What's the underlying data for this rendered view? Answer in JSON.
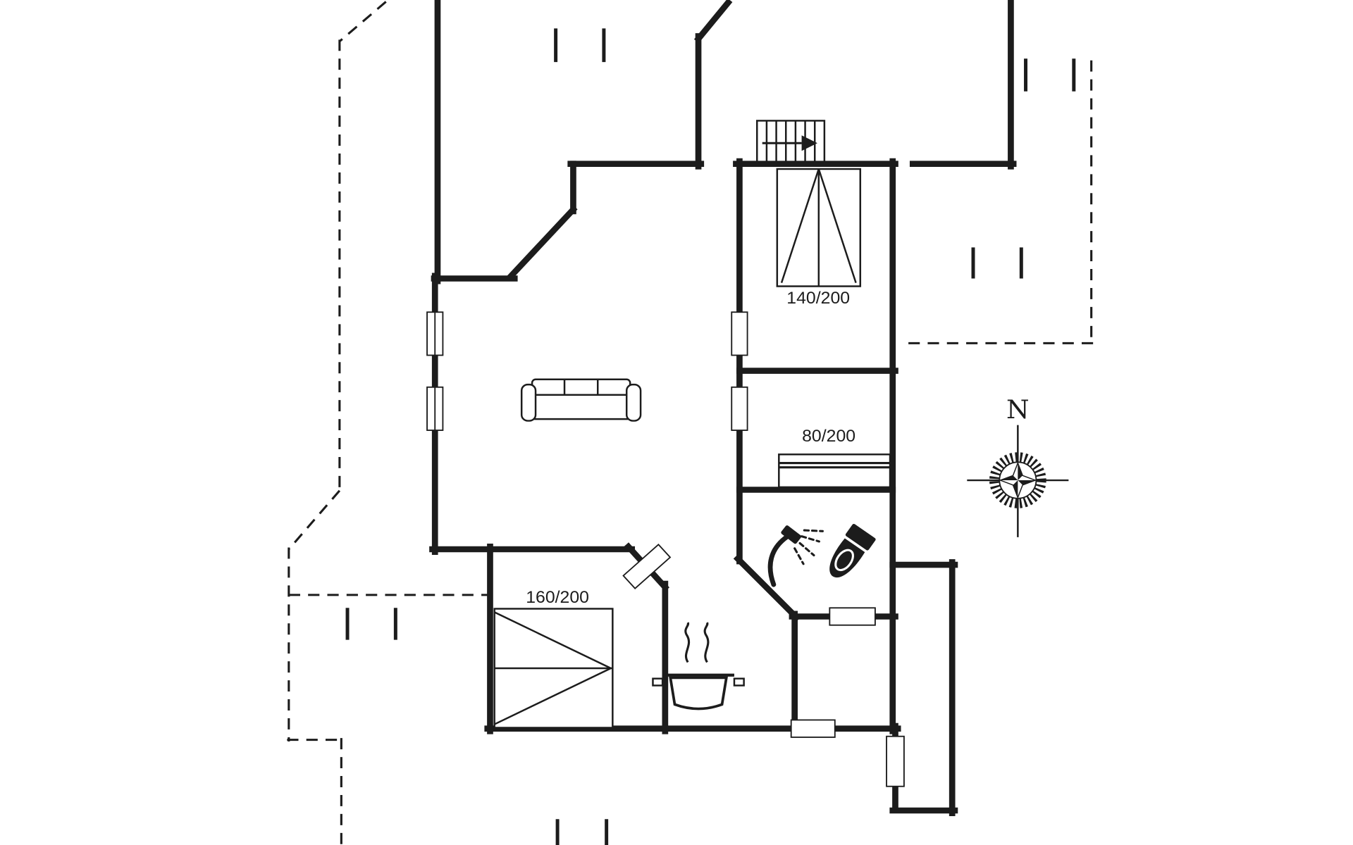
{
  "page": {
    "background": "#ffffff",
    "line_color": "#1c1c1c"
  },
  "floor_plan": {
    "labels": {
      "bed_top": "140/200",
      "bed_middle": "80/200",
      "bed_bottom": "160/200"
    },
    "compass": {
      "north_label": "N"
    },
    "symbols": [
      {
        "name": "staircase-icon"
      },
      {
        "name": "double-bed-icon"
      },
      {
        "name": "small-bed-icon"
      },
      {
        "name": "large-bed-icon"
      },
      {
        "name": "sofa-icon"
      },
      {
        "name": "shower-icon"
      },
      {
        "name": "toilet-icon"
      },
      {
        "name": "stove-pot-icon"
      },
      {
        "name": "compass-rose-icon"
      }
    ]
  }
}
